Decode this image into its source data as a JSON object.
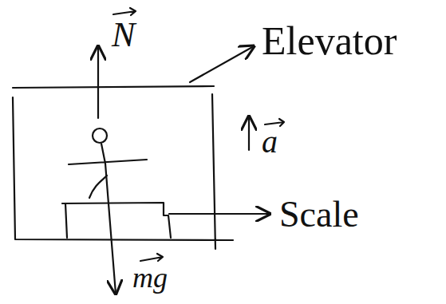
{
  "diagram": {
    "labels": [
      "N",
      "Elevator",
      "a",
      "Scale",
      "mg"
    ]
  }
}
